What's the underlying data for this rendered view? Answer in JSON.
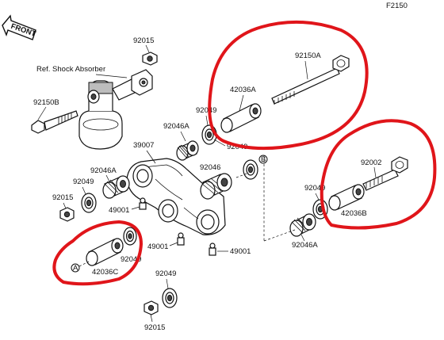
{
  "diagram_code": "F2150",
  "front_label": "FRONT",
  "ref_label": "Ref. Shock Absorber",
  "callout_a": "A",
  "callout_b": "B",
  "parts": {
    "p92015_top": "92015",
    "p92150b": "92150B",
    "p92150a": "92150A",
    "p42036a": "42036A",
    "p92049_a": "92049",
    "p92046a_a": "92046A",
    "p92049_b": "92049",
    "p39007": "39007",
    "p92046": "92046",
    "p92046a_b": "92046A",
    "p92049_c": "92049",
    "p92015_mid": "92015",
    "p49001_a": "49001",
    "p92002": "92002",
    "p92049_d": "92049",
    "p42036b": "42036B",
    "p49001_b": "49001",
    "p49001_c": "49001",
    "p92049_e": "92049",
    "p42036c": "42036C",
    "p92046a_c": "92046A",
    "p92049_f": "92049",
    "p92015_bot": "92015"
  },
  "highlight_color": "#e0151a"
}
